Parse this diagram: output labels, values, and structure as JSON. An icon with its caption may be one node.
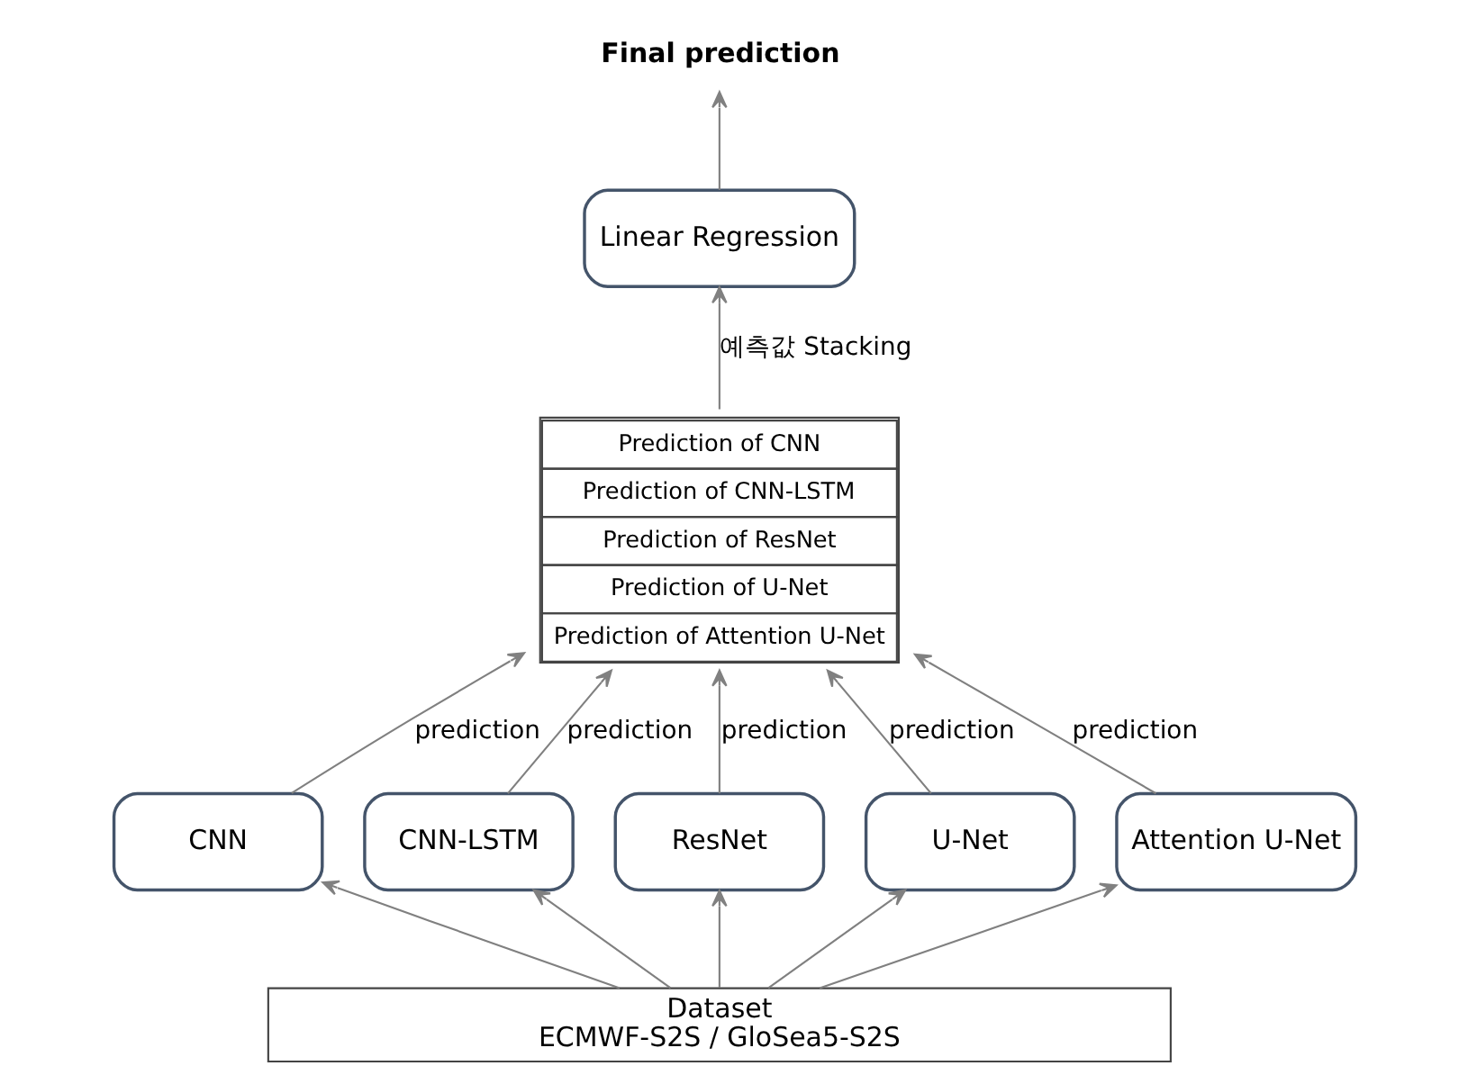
{
  "diagram": {
    "nodes": [
      {
        "text": [
          "Final prediction"
        ]
      },
      {
        "text": [
          "Linear Regression"
        ]
      },
      {
        "text": [
          "Prediction of CNN",
          "Prediction of CNN-LSTM",
          "Prediction of ResNet",
          "Prediction of U-Net",
          "Prediction of Attention U-Net"
        ]
      },
      {
        "text": [
          "CNN"
        ]
      },
      {
        "text": [
          "CNN-LSTM"
        ]
      },
      {
        "text": [
          "ResNet"
        ]
      },
      {
        "text": [
          "U-Net"
        ]
      },
      {
        "text": [
          "Attention U-Net"
        ]
      },
      {
        "text": [
          "Dataset",
          "ECMWF-S2S / GloSea5-S2S"
        ]
      }
    ],
    "edges": [
      {
        "from": 1,
        "to": 0,
        "arrow": "to"
      },
      {
        "from": 2,
        "to": 1,
        "arrow": "to",
        "label": "예측값 Stacking"
      },
      {
        "from": 3,
        "to": 2,
        "arrow": "to",
        "label": "prediction"
      },
      {
        "from": 4,
        "to": 2,
        "arrow": "to",
        "label": "prediction"
      },
      {
        "from": 5,
        "to": 2,
        "arrow": "to",
        "label": "prediction"
      },
      {
        "from": 6,
        "to": 2,
        "arrow": "to",
        "label": "prediction"
      },
      {
        "from": 7,
        "to": 2,
        "arrow": "to",
        "label": "prediction"
      },
      {
        "from": 8,
        "to": 3,
        "arrow": "to"
      },
      {
        "from": 8,
        "to": 4,
        "arrow": "to"
      },
      {
        "from": 8,
        "to": 5,
        "arrow": "to"
      },
      {
        "from": 8,
        "to": 6,
        "arrow": "to"
      },
      {
        "from": 8,
        "to": 7,
        "arrow": "to"
      }
    ]
  }
}
